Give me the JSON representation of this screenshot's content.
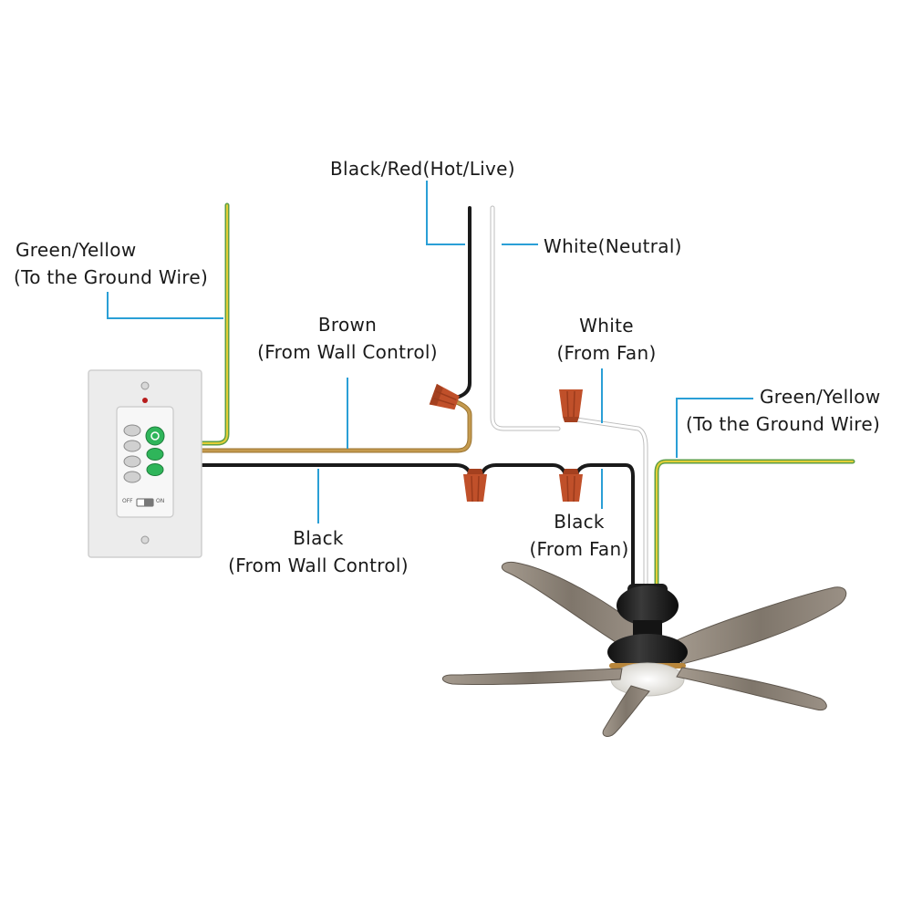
{
  "labels": {
    "hot": "Black/Red(Hot/Live)",
    "neutral": "White(Neutral)",
    "ground_left_1": "Green/Yellow",
    "ground_left_2": "(To the Ground Wire)",
    "brown_1": "Brown",
    "brown_2": "(From Wall Control)",
    "white_fan_1": "White",
    "white_fan_2": "(From Fan)",
    "ground_right_1": "Green/Yellow",
    "ground_right_2": "(To the Ground Wire)",
    "black_fan_1": "Black",
    "black_fan_2": "(From Fan)",
    "black_wall_1": "Black",
    "black_wall_2": "(From Wall Control)"
  },
  "wall_control": {
    "switch_off": "OFF",
    "switch_on": "ON"
  },
  "colors": {
    "leader": "#2a9fd6",
    "black_wire": "#1a1a1a",
    "white_wire": "#e6e6e6",
    "brown_wire": "#b5893a",
    "ground_green": "#6aa84f",
    "ground_yellow": "#e8d33a",
    "wire_nut": "#c0502a",
    "plate": "#ececec",
    "button_green": "#2fb55a",
    "button_gray": "#d0d0d0",
    "fan_body": "#1c1c1c",
    "blade": "#8a8176"
  }
}
